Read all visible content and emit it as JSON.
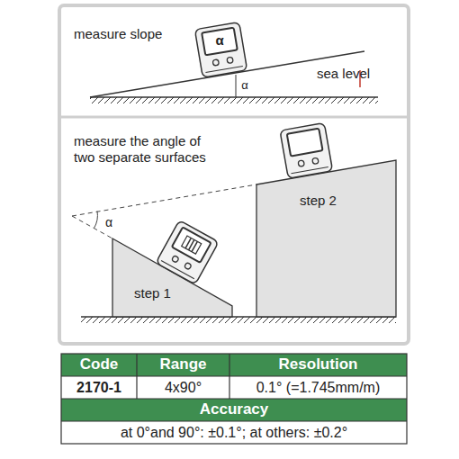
{
  "diagram": {
    "nodes": [
      {
        "text": [
          "step 1"
        ]
      },
      {
        "text": [
          "step 2"
        ]
      }
    ],
    "labels": [
      "measure slope",
      "α",
      "α",
      "sea level",
      "measure the angle of two separate surfaces",
      "α",
      "α",
      "Code",
      "Range",
      "Resolution",
      "2170-1",
      "4x90°",
      "0.1° (=1.745mm/m)",
      "Accuracy",
      "at 0°and 90°: ±0.1°; at others: ±0.2°"
    ]
  }
}
